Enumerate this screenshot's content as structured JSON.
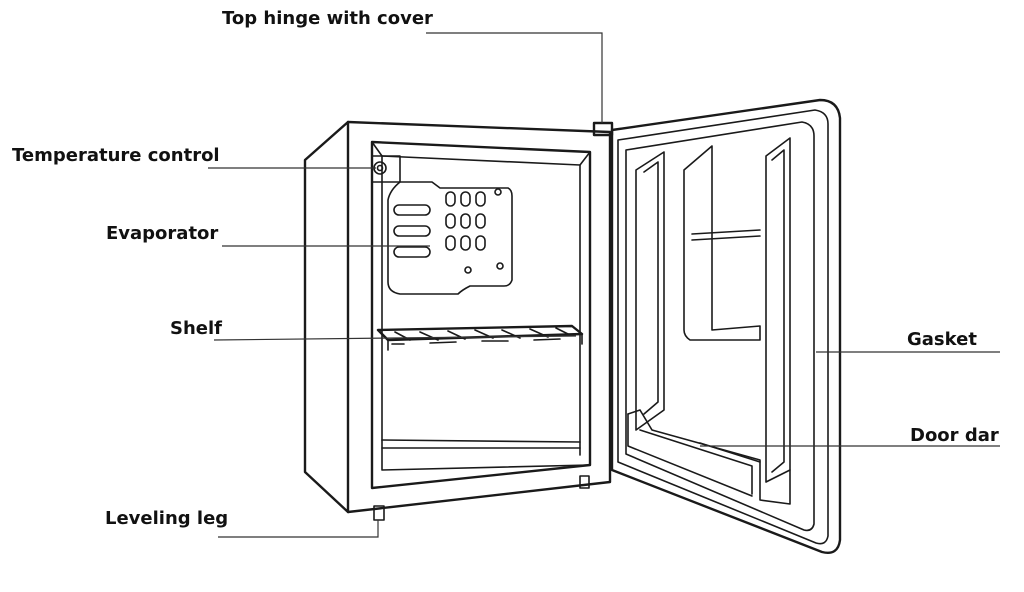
{
  "labels": {
    "top_hinge": "Top hinge with cover",
    "temperature_control": "Temperature control",
    "evaporator": "Evaporator",
    "shelf": "Shelf",
    "leveling_leg": "Leveling leg",
    "gasket": "Gasket",
    "door_bar": "Door dar"
  },
  "colors": {
    "ink": "#1a1a1a",
    "background": "#ffffff"
  }
}
